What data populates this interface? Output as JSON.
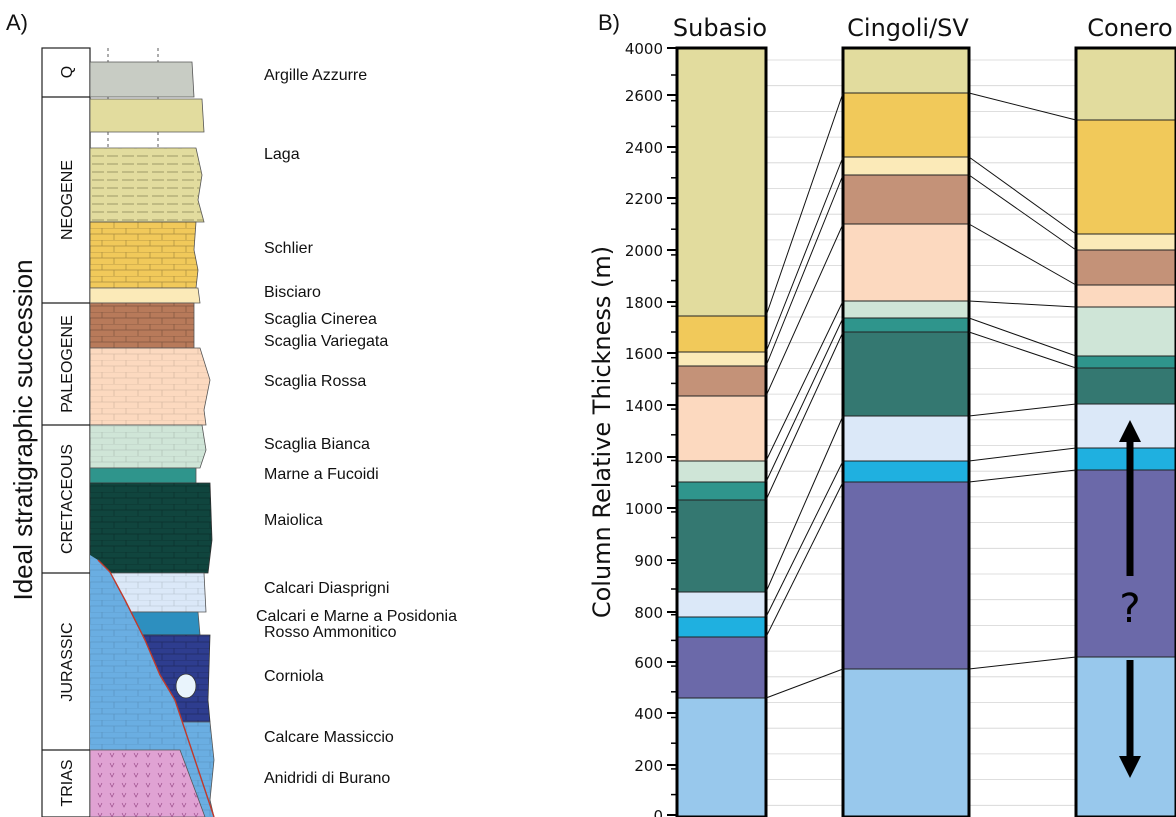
{
  "panel_a": {
    "label": "A)",
    "y_axis_title": "Ideal stratigraphic succession",
    "periods": [
      "Q",
      "NEOGENE",
      "PALEOGENE",
      "CRETACEOUS",
      "JURASSIC",
      "TRIAS"
    ],
    "formations": [
      "Argille Azzurre",
      "Laga",
      "Schlier",
      "Bisciaro",
      "Scaglia Cinerea",
      "Scaglia Variegata",
      "Scaglia Rossa",
      "Scaglia Bianca",
      "Marne a Fucoidi",
      "Maiolica",
      "Calcari Diasprigni",
      "Calcari e Marne a Posidonia",
      "Rosso Ammonitico",
      "Corniola",
      "Calcare Massiccio",
      "Anidridi di Burano"
    ]
  },
  "panel_b": {
    "label": "B)",
    "y_axis_title": "Column Relative Thickness (m)",
    "y_ticks": [
      "0",
      "200",
      "400",
      "600",
      "800",
      "900",
      "1000",
      "1200",
      "1400",
      "1600",
      "1800",
      "2000",
      "2200",
      "2400",
      "2600",
      "4000"
    ],
    "columns": [
      "Subasio",
      "Cingoli/SV",
      "Conero"
    ],
    "unknown_mark": "?"
  },
  "colors": {
    "argille": "#c8ccc4",
    "laga": "#e2dc9e",
    "schlier": "#f1c95a",
    "bisciaro": "#fbeab8",
    "cinerea": "#c49278",
    "rossa": "#fcd9bf",
    "bianca": "#cfe5d7",
    "fucoidi": "#2f958c",
    "maiolica": "#347871",
    "diasprigni": "#dbe8f8",
    "rosso_amm": "#1fb0e0",
    "corniola": "#6b69a9",
    "massiccio": "#98c8ec",
    "anidridi": "#e0a2d3"
  }
}
